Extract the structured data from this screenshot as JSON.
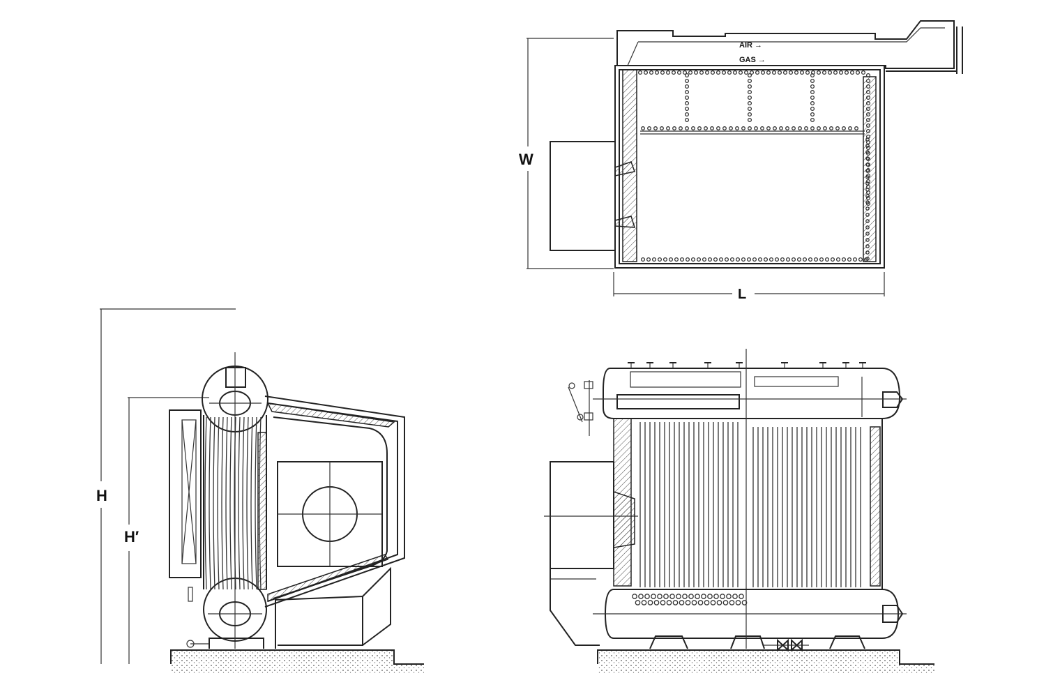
{
  "labels": {
    "air": "AIR →",
    "gas": "GAS →",
    "w": "W",
    "l": "L",
    "h": "H",
    "h_prime": "H′"
  },
  "colors": {
    "line": "#222222",
    "background": "#ffffff"
  }
}
